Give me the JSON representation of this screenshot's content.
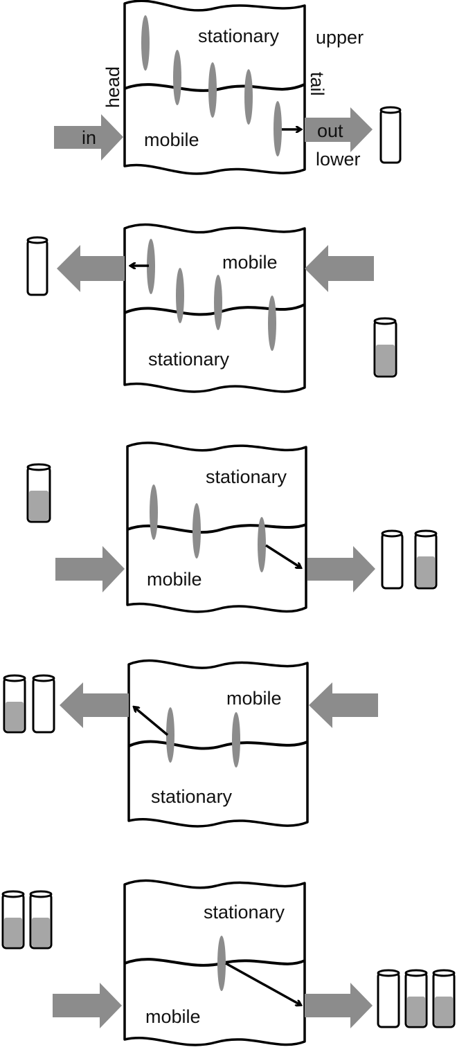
{
  "panels": [
    {
      "labels": {
        "stationary": "stationary",
        "mobile": "mobile",
        "upper": "upper",
        "lower": "lower",
        "head": "head",
        "tail": "tail",
        "in": "in",
        "out": "out"
      }
    },
    {
      "labels": {
        "mobile": "mobile",
        "stationary": "stationary"
      }
    },
    {
      "labels": {
        "stationary": "stationary",
        "mobile": "mobile"
      }
    },
    {
      "labels": {
        "mobile": "mobile",
        "stationary": "stationary"
      }
    },
    {
      "labels": {
        "stationary": "stationary",
        "mobile": "mobile"
      }
    }
  ],
  "colors": {
    "band": "#8c8c8c",
    "arrow": "#8c8c8c",
    "vial_fill": "#a6a6a6",
    "outline": "#000000"
  }
}
